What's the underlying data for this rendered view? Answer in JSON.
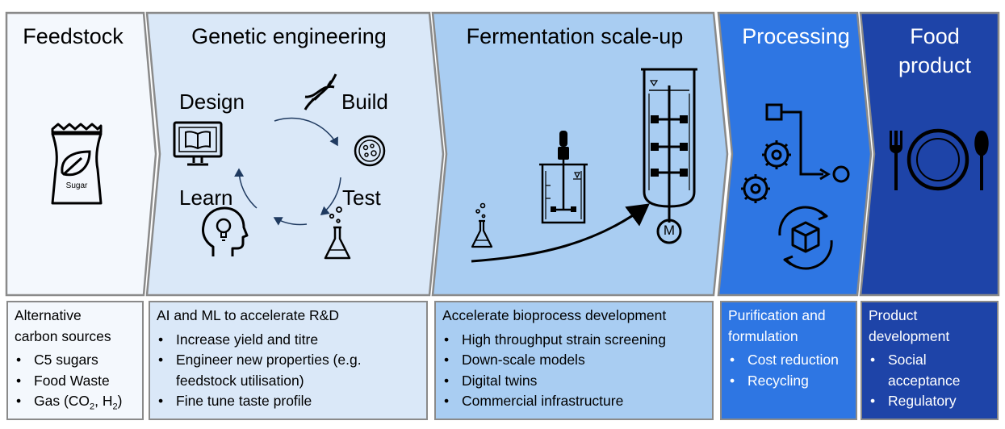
{
  "stages": [
    {
      "id": "feedstock",
      "title": "Feedstock",
      "fill": "#f4f8fd",
      "text": "#000000"
    },
    {
      "id": "genetic",
      "title": "Genetic engineering",
      "fill": "#dae8f8",
      "text": "#000000"
    },
    {
      "id": "fermentation",
      "title": "Fermentation scale-up",
      "fill": "#a9cdf2",
      "text": "#000000"
    },
    {
      "id": "processing",
      "title": "Processing",
      "fill": "#2e76e3",
      "text": "#ffffff"
    },
    {
      "id": "food",
      "title": "Food\nproduct",
      "fill": "#1e44a8",
      "text": "#ffffff"
    }
  ],
  "feedstock": {
    "bag_label": "Sugar"
  },
  "cycle": {
    "design": "Design",
    "build": "Build",
    "test": "Test",
    "learn": "Learn"
  },
  "fermenter": {
    "motor_label": "M"
  },
  "boxes": [
    {
      "id": "feedstock",
      "heading": "Alternative\ncarbon sources",
      "fill": "#f4f8fd",
      "text": "#000000",
      "bullets": [
        "C5 sugars",
        "Food Waste"
      ],
      "gas": {
        "prefix": "Gas (CO",
        "sub1": "2",
        "mid": ", H",
        "sub2": "2",
        "suffix": ")"
      }
    },
    {
      "id": "genetic",
      "heading": "AI and ML to accelerate R&D",
      "fill": "#dae8f8",
      "text": "#000000",
      "bullets": [
        "Increase yield and titre",
        "Engineer new properties (e.g. feedstock utilisation)",
        "Fine tune taste profile"
      ]
    },
    {
      "id": "fermentation",
      "heading": "Accelerate bioprocess development",
      "fill": "#a9cdf2",
      "text": "#000000",
      "bullets": [
        "High throughput strain screening",
        "Down-scale models",
        "Digital twins",
        "Commercial infrastructure"
      ]
    },
    {
      "id": "processing",
      "heading": "Purification and\nformulation",
      "fill": "#2e76e3",
      "text": "#ffffff",
      "bullets": [
        "Cost reduction",
        "Recycling"
      ]
    },
    {
      "id": "food",
      "heading": "Product\ndevelopment",
      "fill": "#1e44a8",
      "text": "#ffffff",
      "bullets": [
        "Social acceptance",
        "Regulatory"
      ]
    }
  ]
}
